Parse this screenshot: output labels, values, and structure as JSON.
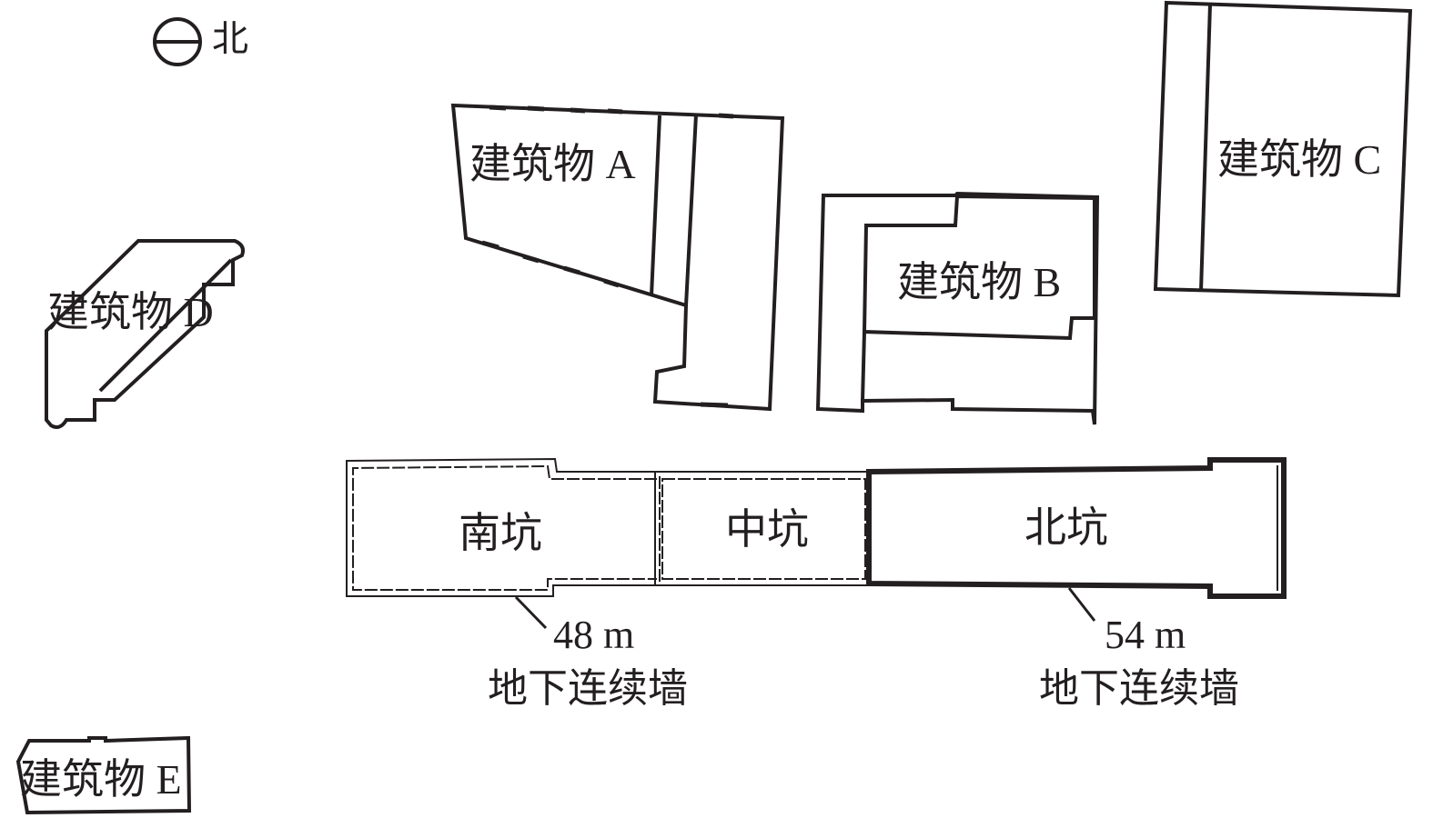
{
  "north_arrow": {
    "label": "北"
  },
  "buildings": [
    {
      "id": "A",
      "label": "建筑物 A"
    },
    {
      "id": "B",
      "label": "建筑物 B"
    },
    {
      "id": "C",
      "label": "建筑物 C"
    },
    {
      "id": "D",
      "label": "建筑物 D"
    },
    {
      "id": "E",
      "label": "建筑物 E"
    }
  ],
  "pits": [
    {
      "id": "south",
      "label": "南坑"
    },
    {
      "id": "middle",
      "label": "中坑"
    },
    {
      "id": "north",
      "label": "北坑"
    }
  ],
  "diaphragm_walls": [
    {
      "depth": "48 m",
      "label": "地下连续墙"
    },
    {
      "depth": "54 m",
      "label": "地下连续墙"
    }
  ]
}
